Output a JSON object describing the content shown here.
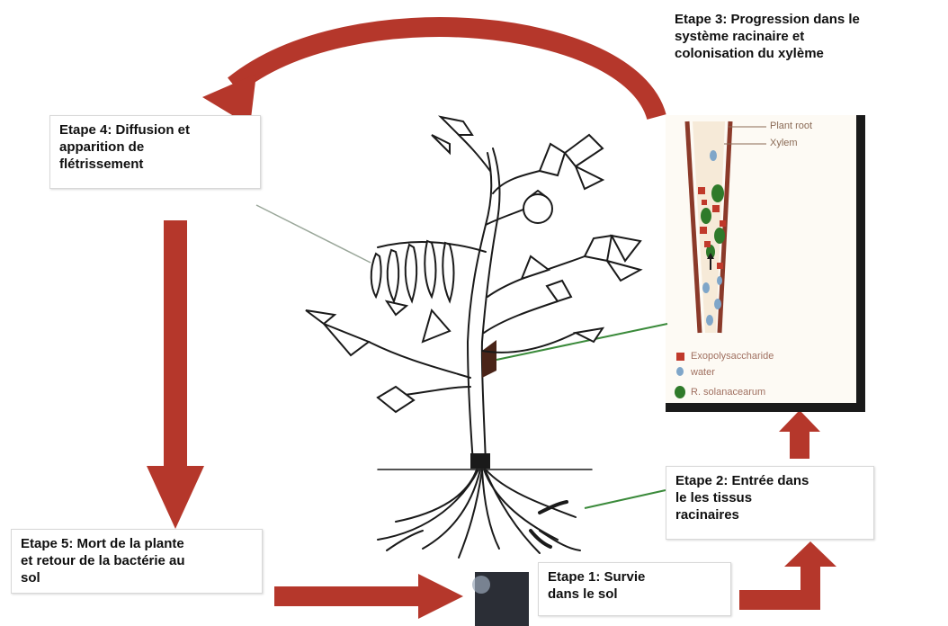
{
  "stages": [
    {
      "id": "stage1",
      "lines": [
        "Etape 1: Survie",
        "dans le sol"
      ]
    },
    {
      "id": "stage2",
      "lines": [
        "Etape 2: Entrée dans",
        "le les tissus",
        "racinaires"
      ]
    },
    {
      "id": "stage3",
      "lines": [
        "Etape 3: Progression dans le",
        "système racinaire et",
        "colonisation du xylème"
      ]
    },
    {
      "id": "stage4",
      "lines": [
        "Etape 4: Diffusion et",
        "apparition de",
        "flétrissement"
      ]
    },
    {
      "id": "stage5",
      "lines": [
        "Etape 5: Mort de la plante",
        "et retour de la bactérie au",
        "sol"
      ]
    }
  ],
  "inset": {
    "labels": [
      "Plant root",
      "Xylem"
    ],
    "legend": [
      "Exopolysaccharide",
      "water",
      "R. solanacearum"
    ]
  },
  "colors": {
    "arrow": "#b5372b",
    "plant_stroke": "#1a1a1a",
    "root_wall": "#8b3a2a",
    "bacteria": "#2f7a2a",
    "eps": "#c0392b",
    "water": "#7fa6c9",
    "pointer_line": "#3a8a3a"
  }
}
